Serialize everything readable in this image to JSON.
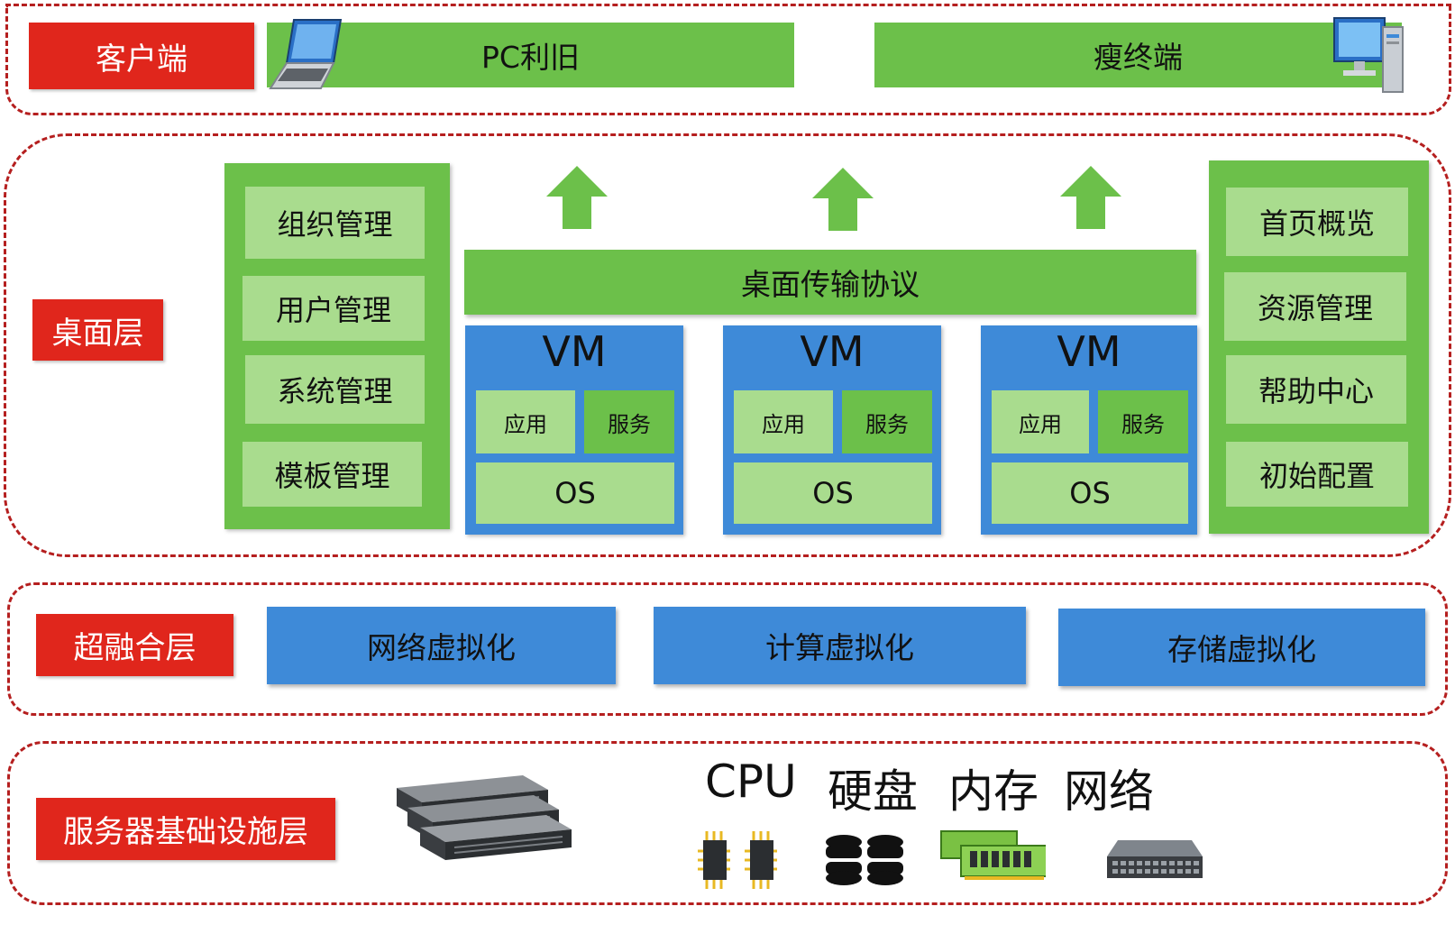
{
  "client": {
    "label": "客户端",
    "pc": "PC利旧",
    "thin": "瘦终端"
  },
  "desktop": {
    "label": "桌面层",
    "left_panel": [
      "组织管理",
      "用户管理",
      "系统管理",
      "模板管理"
    ],
    "protocol": "桌面传输协议",
    "vms": [
      {
        "title": "VM",
        "app": "应用",
        "service": "服务",
        "os": "OS"
      },
      {
        "title": "VM",
        "app": "应用",
        "service": "服务",
        "os": "OS"
      },
      {
        "title": "VM",
        "app": "应用",
        "service": "服务",
        "os": "OS"
      }
    ],
    "right_panel": [
      "首页概览",
      "资源管理",
      "帮助中心",
      "初始配置"
    ]
  },
  "hci": {
    "label": "超融合层",
    "items": [
      "网络虚拟化",
      "计算虚拟化",
      "存储虚拟化"
    ]
  },
  "infra": {
    "label": "服务器基础设施层",
    "resources": [
      "CPU",
      "硬盘",
      "内存",
      "网络"
    ]
  },
  "colors": {
    "red": "#e0261c",
    "green": "#6cc04a",
    "light_green": "#a9dc8e",
    "blue": "#3e8ad8",
    "dashed_border": "#b51f1f"
  }
}
